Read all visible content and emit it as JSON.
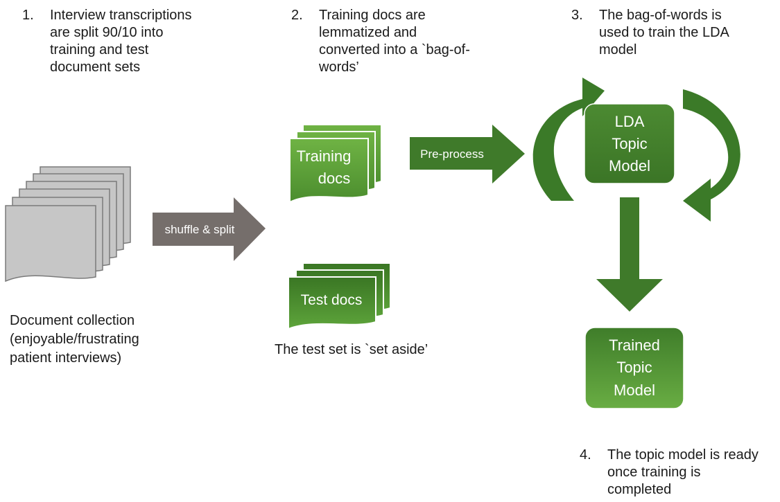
{
  "steps": [
    {
      "num": "1.",
      "text": "Interview transcriptions\nare split 90/10  into\ntraining and test\ndocument sets"
    },
    {
      "num": "2.",
      "text": "Training docs are\nlemmatized and\nconverted into a `bag-of-\nwords’"
    },
    {
      "num": "3.",
      "text": "The bag-of-words  is\nused to train the LDA\nmodel"
    },
    {
      "num": "4.",
      "text": "The topic model is ready\nonce training is\ncompleted"
    }
  ],
  "captions": {
    "collection": "Document collection\n(enjoyable/frustrating\npatient interviews)",
    "test_set": "The test set is `set aside’"
  },
  "arrows": {
    "shuffle": "shuffle & split",
    "preprocess": "Pre-process"
  },
  "boxes": {
    "training_line1": "Training",
    "training_line2": "docs",
    "test": "Test docs",
    "lda_line1": "LDA",
    "lda_line2": "Topic",
    "lda_line3": "Model",
    "trained_line1": "Trained",
    "trained_line2": "Topic",
    "trained_line3": "Model"
  },
  "colors": {
    "green_dark": "#3f7a2a",
    "green_light": "#6db043",
    "gray_arrow": "#756e6b",
    "doc_gray": "#c4c4c4"
  }
}
